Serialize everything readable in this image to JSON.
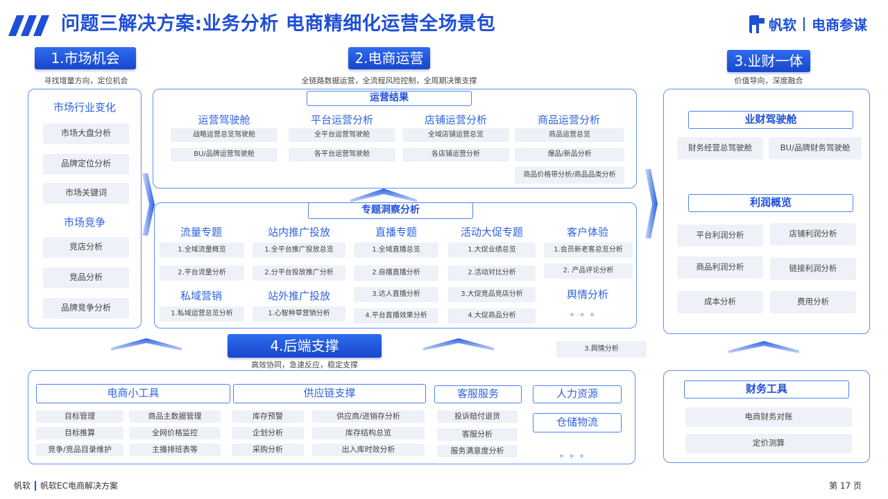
{
  "header": {
    "title": "问题三解决方案:业务分析 电商精细化运营全场景包",
    "brand": "帆软",
    "brand_sub": "电商参谋"
  },
  "sections": {
    "market": {
      "title": "1.市场机会",
      "subtitle": "寻找增量方向，定位机会"
    },
    "ops": {
      "title": "2.电商运营",
      "subtitle": "全链路数据运营，全流程风险控制，全周期决策支撑"
    },
    "finance": {
      "title": "3.业财一体",
      "subtitle": "价值导向，深度融合"
    },
    "backend": {
      "title": "4.后端支撑",
      "subtitle": "高效协同，急速反应，稳定支撑"
    }
  },
  "market_panel": {
    "head1": "市场行业变化",
    "group1": [
      "市场大盘分析",
      "品牌定位分析",
      "市场关键词"
    ],
    "head2": "市场竞争",
    "group2": [
      "竞店分析",
      "竞品分析",
      "品牌竞争分析"
    ]
  },
  "ops_results": {
    "title": "运营结果",
    "columns": [
      {
        "head": "运营驾驶舱",
        "items": [
          "战略运营总览驾驶舱",
          "BU/品牌运营驾驶舱"
        ]
      },
      {
        "head": "平台运营分析",
        "items": [
          "全平台运营驾驶舱",
          "各平台运营驾驶舱"
        ]
      },
      {
        "head": "店铺运营分析",
        "items": [
          "全域店铺运营总览",
          "各店铺运营分析"
        ]
      },
      {
        "head": "商品运营分析",
        "items": [
          "商品运营总览",
          "爆品/新品分析",
          "商品价格带分析/商品品类分析"
        ]
      }
    ]
  },
  "ops_insight": {
    "title": "专题洞察分析",
    "col1": {
      "head": "流量专题",
      "items": [
        "1.全域流量概览",
        "2.平台流量分析"
      ],
      "head2": "私域营销",
      "items2": [
        "1.私域运营总览分析"
      ]
    },
    "col2": {
      "head": "站内推广投放",
      "items": [
        "1.全平台推广投放总览",
        "2.分平台投放推广分析"
      ],
      "head2": "站外推广投放",
      "items2": [
        "1.心智种草营销分析"
      ]
    },
    "col3": {
      "head": "直播专题",
      "items": [
        "1.全域直播总览",
        "2.自播直播分析",
        "3.达人直播分析",
        "4.平台直播效果分析"
      ]
    },
    "col4": {
      "head": "活动大促专题",
      "items": [
        "1.大促业绩总览",
        "2.活动对比分析",
        "3.大促竞品竞店分析",
        "4.大促商品分析"
      ]
    },
    "col5": {
      "head": "客户体验",
      "items": [
        "1.会员新老客总览分析",
        "2. 产品评论分析"
      ],
      "head2": "舆情分析",
      "dots": "。。。"
    },
    "extra": "3.舆情分析"
  },
  "finance_panel": {
    "cockpit_title": "业财驾驶舱",
    "cockpit_items": [
      "财务经营总驾驶舱",
      "BU/品牌财务驾驶舱"
    ],
    "profit_title": "利润概览",
    "profit_items": [
      "平台利润分析",
      "店铺利润分析",
      "商品利润分析",
      "链接利润分析",
      "成本分析",
      "费用分析"
    ]
  },
  "backend_panel": {
    "tools": {
      "title": "电商小工具",
      "col1": [
        "目标管理",
        "目标推算",
        "竞争/竞品目录维护"
      ],
      "col2": [
        "商品主数据管理",
        "全网价格监控",
        "主播排班表等"
      ]
    },
    "supply": {
      "title": "供应链支撑",
      "col1": [
        "库存预警",
        "企划分析",
        "采购分析"
      ],
      "col2": [
        "供应商/进销存分析",
        "库存结构总览",
        "出入库时效分析"
      ]
    },
    "service": {
      "title": "客服服务",
      "items": [
        "投诉赔付退货",
        "客服分析",
        "服务满意度分析"
      ]
    },
    "hr": {
      "title": "人力资源"
    },
    "warehouse": {
      "title": "仓储物流",
      "dots": "。。。"
    }
  },
  "finance_tools": {
    "title": "财务工具",
    "items": [
      "电商财务对账",
      "定价测算"
    ]
  },
  "footer": {
    "brand": "帆软",
    "solution": "帆软EC电商解决方案",
    "page": "第 17 页"
  },
  "colors": {
    "primary": "#1f4fd6",
    "panel_border": "#5b8ff5",
    "chip_bg": "#eef1f7"
  }
}
